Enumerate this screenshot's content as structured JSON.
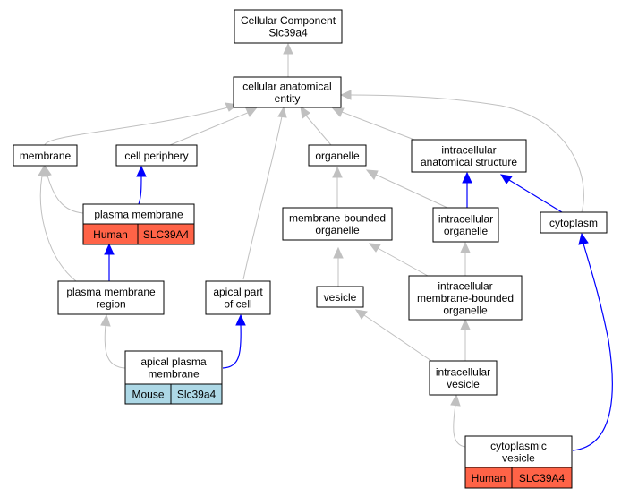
{
  "nodes": {
    "root": {
      "lines": [
        "Cellular Component",
        "Slc39a4"
      ]
    },
    "cae": {
      "lines": [
        "cellular anatomical",
        "entity"
      ]
    },
    "membrane": {
      "lines": [
        "membrane"
      ]
    },
    "cell_periphery": {
      "lines": [
        "cell periphery"
      ]
    },
    "organelle": {
      "lines": [
        "organelle"
      ]
    },
    "ias": {
      "lines": [
        "intracellular",
        "anatomical structure"
      ]
    },
    "plasma_membrane": {
      "lines": [
        "plasma membrane"
      ]
    },
    "mbo": {
      "lines": [
        "membrane-bounded",
        "organelle"
      ]
    },
    "intra_org": {
      "lines": [
        "intracellular",
        "organelle"
      ]
    },
    "cytoplasm": {
      "lines": [
        "cytoplasm"
      ]
    },
    "pmr": {
      "lines": [
        "plasma membrane",
        "region"
      ]
    },
    "apical_part": {
      "lines": [
        "apical part",
        "of cell"
      ]
    },
    "vesicle": {
      "lines": [
        "vesicle"
      ]
    },
    "imbo": {
      "lines": [
        "intracellular",
        "membrane-bounded",
        "organelle"
      ]
    },
    "apm": {
      "lines": [
        "apical plasma",
        "membrane"
      ]
    },
    "intra_ves": {
      "lines": [
        "intracellular",
        "vesicle"
      ]
    },
    "cyto_ves": {
      "lines": [
        "cytoplasmic",
        "vesicle"
      ]
    }
  },
  "annotations": {
    "plasma_membrane": {
      "species": "Human",
      "gene": "SLC39A4",
      "color": "#ff6347"
    },
    "apm": {
      "species": "Mouse",
      "gene": "Slc39a4",
      "color": "#add8e6"
    },
    "cyto_ves": {
      "species": "Human",
      "gene": "SLC39A4",
      "color": "#ff6347"
    }
  },
  "edge_colors": {
    "is_a": "#c0c0c0",
    "part_of": "#0000ff"
  }
}
